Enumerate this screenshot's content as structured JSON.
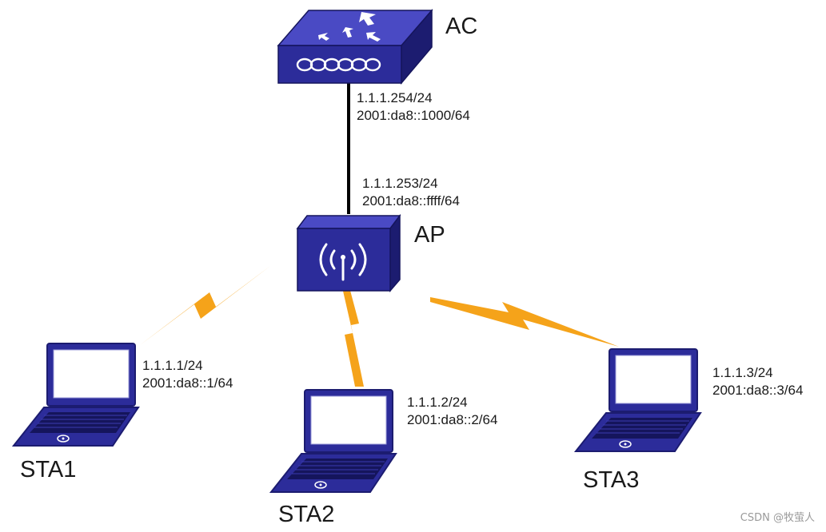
{
  "devices": {
    "ac": {
      "name": "AC",
      "addr_v4": "1.1.1.254/24",
      "addr_v6": "2001:da8::1000/64"
    },
    "ap": {
      "name": "AP",
      "addr_v4": "1.1.1.253/24",
      "addr_v6": "2001:da8::ffff/64"
    },
    "sta1": {
      "name": "STA1",
      "addr_v4": "1.1.1.1/24",
      "addr_v6": "2001:da8::1/64"
    },
    "sta2": {
      "name": "STA2",
      "addr_v4": "1.1.1.2/24",
      "addr_v6": "2001:da8::2/64"
    },
    "sta3": {
      "name": "STA3",
      "addr_v4": "1.1.1.3/24",
      "addr_v6": "2001:da8::3/64"
    }
  },
  "watermark": "CSDN @牧萤人",
  "colors": {
    "device_blue": "#2c2c9a",
    "device_dark": "#1c1c70",
    "wireless_link": "#f5a31a",
    "wired_link": "#000000"
  }
}
